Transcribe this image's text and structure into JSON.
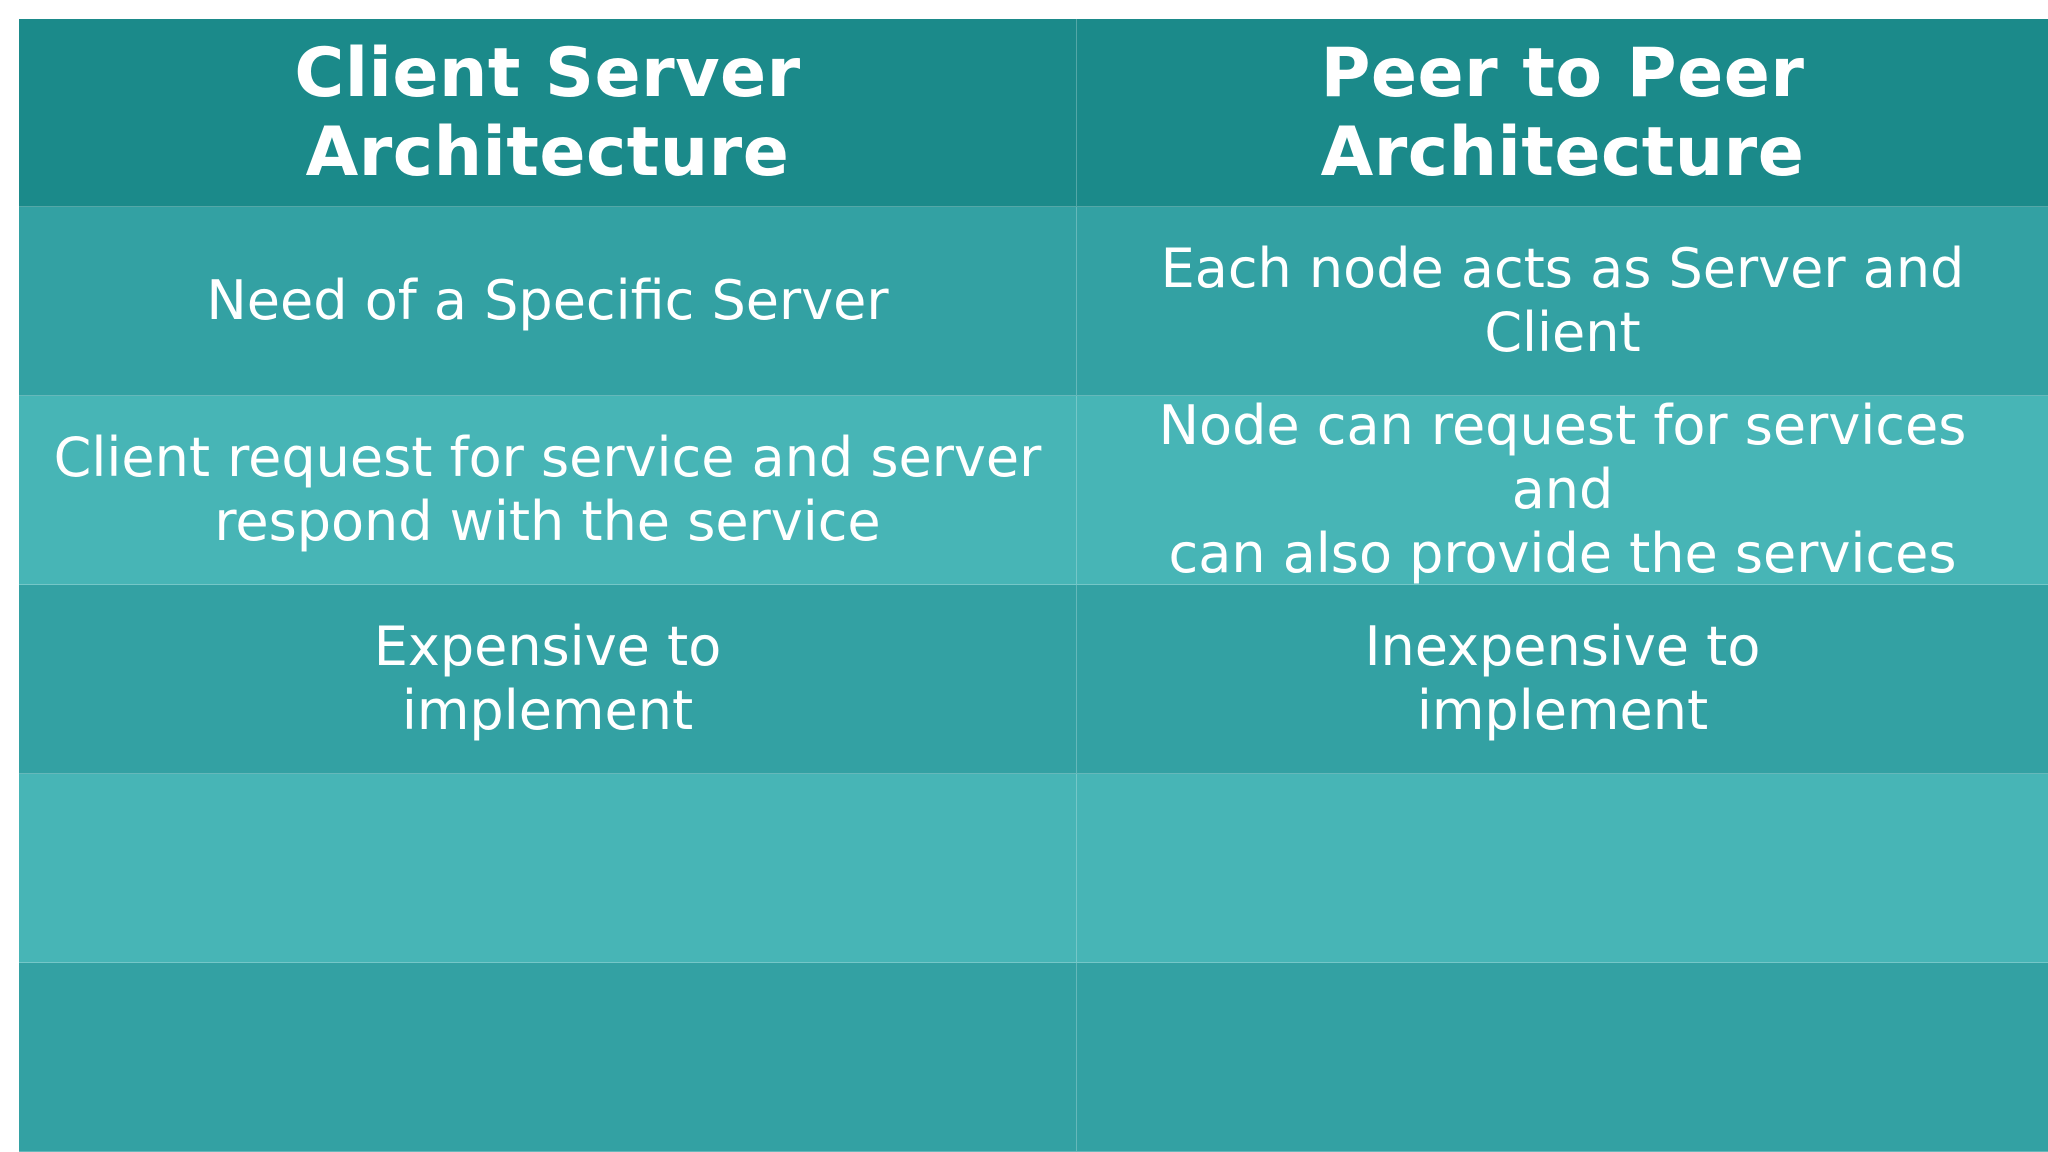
{
  "table": {
    "headers": [
      "Client Server Architecture",
      "Peer to Peer Architecture"
    ],
    "rows": [
      [
        "Need of a Specific Server",
        "Each node acts as Server and Client"
      ],
      [
        "Client request for service and server\nrespond with the service",
        "Node can request for services and\ncan also provide the services"
      ],
      [
        "Expensive to\nimplement",
        "Inexpensive to\nimplement"
      ],
      [
        "",
        ""
      ],
      [
        "",
        ""
      ]
    ]
  },
  "colors": {
    "header": "#1b8a8a",
    "row_dark": "#33a1a3",
    "row_light": "#47b5b6",
    "text": "#ffffff",
    "background": "#ffffff"
  }
}
